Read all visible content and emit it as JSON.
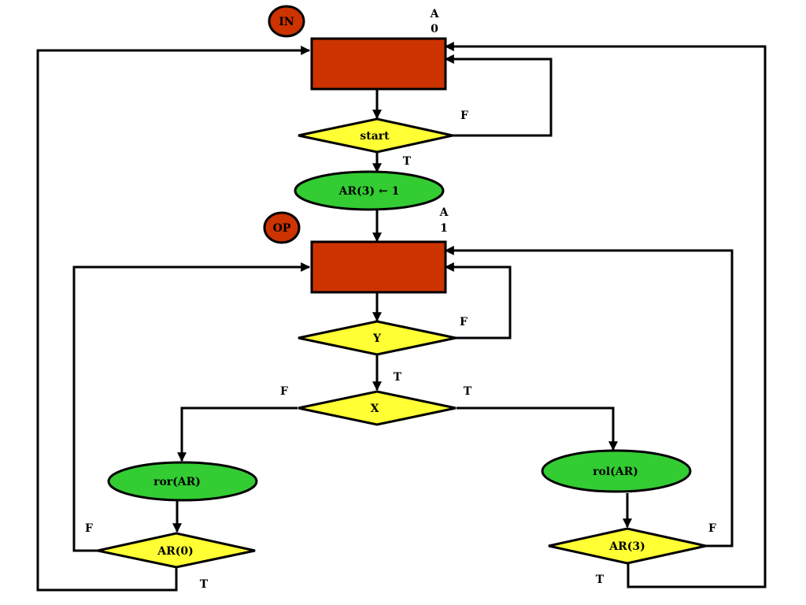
{
  "colors": {
    "state_box": "#CC3300",
    "state_marker": "#CC3300",
    "decision": "#FFFF33",
    "action": "#33CC33",
    "line": "#000000",
    "background": "#FFFFFF"
  },
  "states": {
    "in": {
      "marker": "IN",
      "code_a": "A",
      "code_b": "0"
    },
    "op": {
      "marker": "OP",
      "code_a": "A",
      "code_b": "1"
    }
  },
  "decisions": {
    "start": "start",
    "y": "Y",
    "x": "X",
    "ar0": "AR(0)",
    "ar3": "AR(3)"
  },
  "actions": {
    "set_ar3": "AR(3) ← 1",
    "ror": "ror(AR)",
    "rol": "rol(AR)"
  },
  "edge_labels": {
    "start_false": "F",
    "start_true": "T",
    "y_false": "F",
    "y_true": "T",
    "x_false": "F",
    "x_true": "T",
    "ar0_false": "F",
    "ar0_true": "T",
    "ar3_false": "F",
    "ar3_true": "T"
  }
}
